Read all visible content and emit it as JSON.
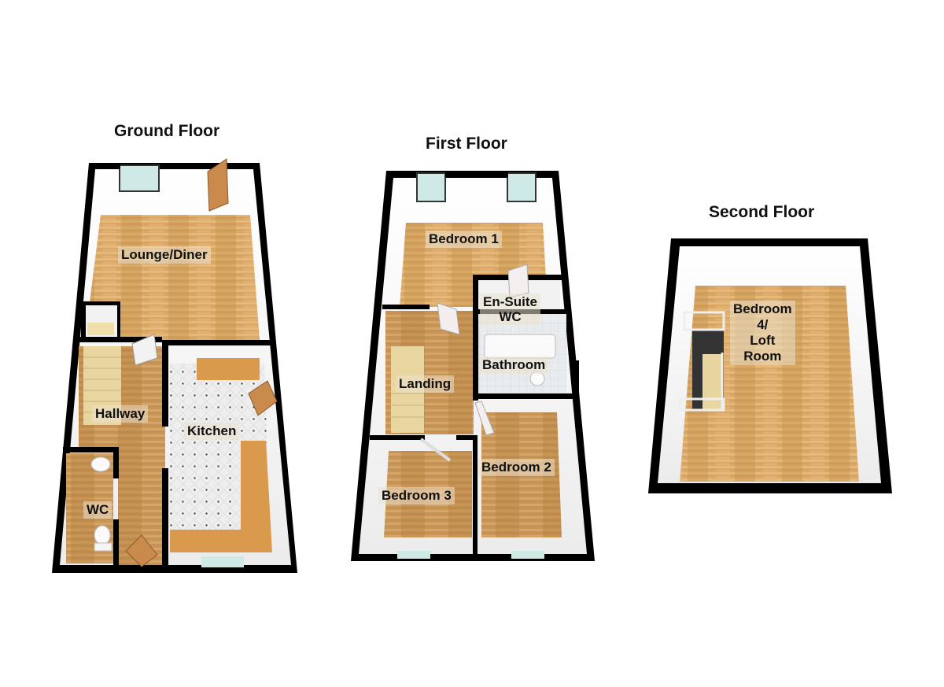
{
  "floors": [
    {
      "id": "ground",
      "title": "Ground Floor",
      "rooms": [
        {
          "name": "Lounge/Diner"
        },
        {
          "name": "Hallway"
        },
        {
          "name": "Kitchen"
        },
        {
          "name": "WC"
        }
      ]
    },
    {
      "id": "first",
      "title": "First Floor",
      "rooms": [
        {
          "name": "Bedroom 1"
        },
        {
          "name": "En-Suite WC",
          "lines": [
            "En-Suite",
            "WC"
          ]
        },
        {
          "name": "Bathroom"
        },
        {
          "name": "Landing"
        },
        {
          "name": "Bedroom 2"
        },
        {
          "name": "Bedroom 3"
        }
      ]
    },
    {
      "id": "second",
      "title": "Second Floor",
      "rooms": [
        {
          "name": "Bedroom 4/ Loft Room",
          "lines": [
            "Bedroom",
            "4/",
            "Loft",
            "Room"
          ]
        }
      ]
    }
  ],
  "colors": {
    "wall": "#000000",
    "inner_wall": "#f4f4f4",
    "wood_floor": "#d9a865",
    "wood_floor_dark": "#c99555",
    "kitchen_tile": "#eeeeee",
    "worktop": "#d99a4e",
    "window_glass": "#cfeae6",
    "stairs": "#e8d5a0",
    "door": "#c98a4c"
  }
}
